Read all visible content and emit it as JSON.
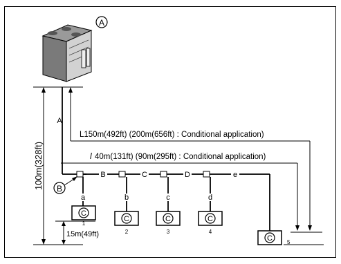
{
  "diagram": {
    "outdoor_unit_marker": "A",
    "branch_marker": "B",
    "indoor_marker": "C",
    "height_limit": "100m(328ft)",
    "indoor_height_diff": "15m(49ft)",
    "length_L": "L150m(492ft) (200m(656ft) : Conditional application)",
    "length_l": "40m(131ft) (90m(295ft) : Conditional application)",
    "length_l_prefix": "l",
    "segments": [
      "A",
      "B",
      "C",
      "D",
      "e"
    ],
    "drops": [
      "a",
      "b",
      "c",
      "d"
    ],
    "indoor_numbers": [
      "1",
      "2",
      "3",
      "4",
      "5"
    ]
  },
  "colors": {
    "line": "#000000",
    "unit_body": "#c8c8c8",
    "unit_dark": "#6a6a6a"
  }
}
